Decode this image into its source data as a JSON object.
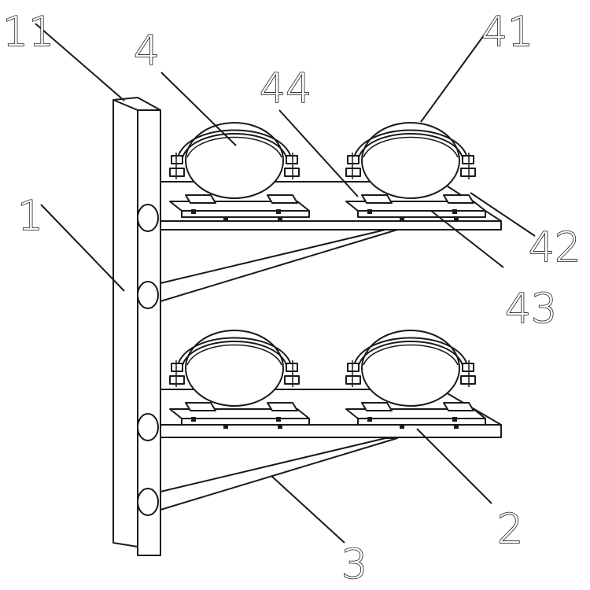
{
  "labels": {
    "l11": "11",
    "l1": "1",
    "l4": "4",
    "l44": "44",
    "l41": "41",
    "l42": "42",
    "l43": "43",
    "l2": "2",
    "l3": "3"
  }
}
